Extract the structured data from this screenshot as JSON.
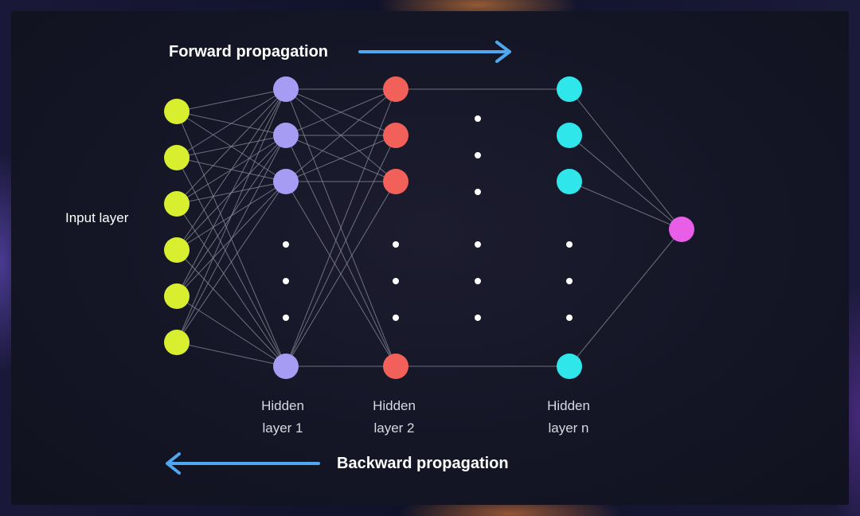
{
  "diagram": {
    "forward_label": "Forward propagation",
    "backward_label": "Backward propagation",
    "input_label": "Input layer",
    "hidden1_label": [
      "Hidden",
      "layer 1"
    ],
    "hidden2_label": [
      "Hidden",
      "layer 2"
    ],
    "hiddenN_label": [
      "Hidden",
      "layer n"
    ],
    "colors": {
      "input": "#d8ef2f",
      "hidden1": "#a79cf4",
      "hidden2": "#f2605a",
      "hiddenN": "#2fe6ea",
      "output": "#e85ee6",
      "arrow": "#4ea7ef",
      "edge": "#8b8d9a"
    }
  }
}
